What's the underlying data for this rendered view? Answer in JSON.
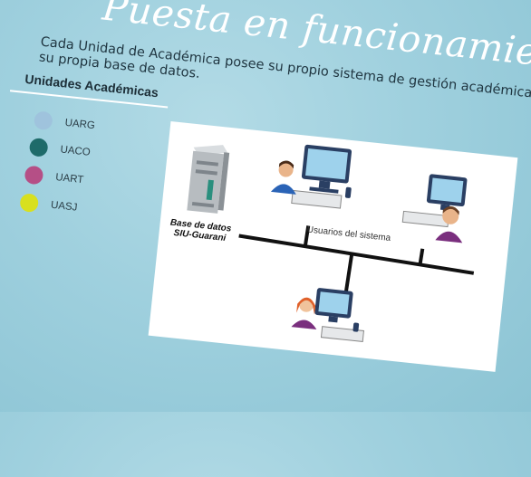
{
  "slide": {
    "title": "Puesta en funcionamiento",
    "description": "Cada Unidad de Académica posee su propio sistema de gestión académica y su propia base de datos."
  },
  "legend": {
    "heading": "Unidades Académicas",
    "items": [
      {
        "label": "UARG",
        "color": "#9fc3dd"
      },
      {
        "label": "UACO",
        "color": "#1e6b6a"
      },
      {
        "label": "UART",
        "color": "#b54f86"
      },
      {
        "label": "UASJ",
        "color": "#d8e01f"
      }
    ]
  },
  "diagram": {
    "database_label_line1": "Base de datos",
    "database_label_line2": "SIU-Guarani",
    "network_label": "Usuarios del sistema",
    "colors": {
      "network": "#111111",
      "monitor": "#2a3f63",
      "screen": "#9ed2ec",
      "user_blue": "#2a63b6",
      "user_purple": "#7a2f7e"
    }
  }
}
